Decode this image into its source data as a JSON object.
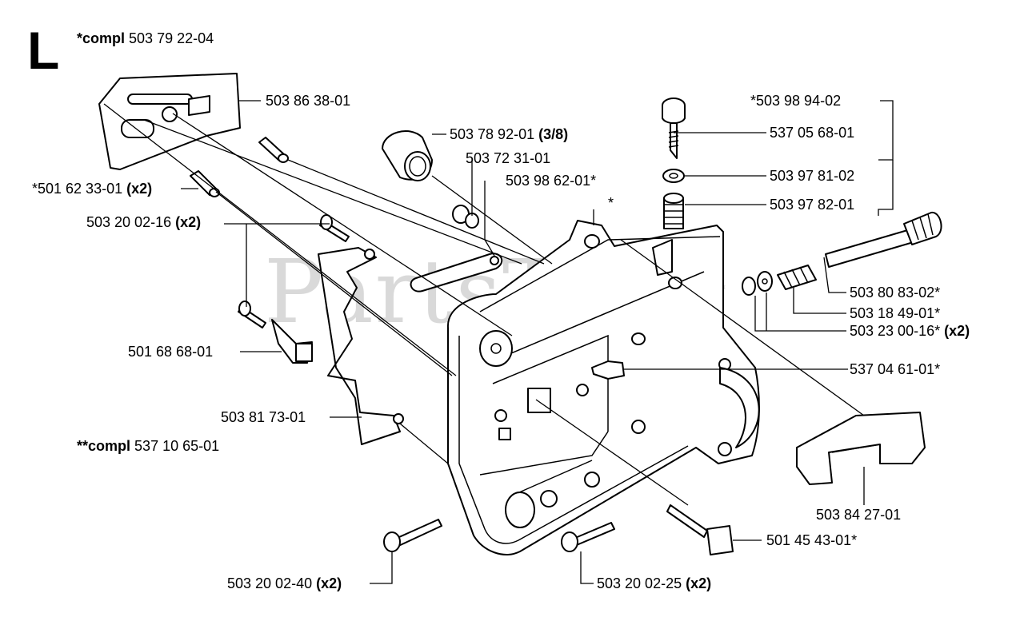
{
  "section": {
    "letter": "L"
  },
  "watermark": {
    "text": "PartsTree",
    "tm": "™"
  },
  "assemblies": [
    {
      "prefix": "*compl",
      "number": "503 79 22-04"
    },
    {
      "prefix": "**compl",
      "number": "537 10 65-01"
    }
  ],
  "callouts": {
    "c1": {
      "number": "503 86 38-01",
      "suffix": ""
    },
    "c2": {
      "number": "503 78 92-01",
      "suffix": "(3/8)"
    },
    "c3": {
      "number": "503 72 31-01",
      "suffix": ""
    },
    "c4": {
      "number": "503 98 62-01*",
      "suffix": ""
    },
    "c5": {
      "number": "*",
      "suffix": ""
    },
    "c6": {
      "number": "*501 62 33-01",
      "suffix": "(x2)"
    },
    "c7": {
      "number": "503 20 02-16",
      "suffix": "(x2)"
    },
    "c8": {
      "number": "*503 98 94-02",
      "suffix": ""
    },
    "c9": {
      "number": "537 05 68-01",
      "suffix": ""
    },
    "c10": {
      "number": "503 97 81-02",
      "suffix": ""
    },
    "c11": {
      "number": "503 97 82-01",
      "suffix": ""
    },
    "c12": {
      "number": "503 80 83-02*",
      "suffix": ""
    },
    "c13": {
      "number": "503 18 49-01*",
      "suffix": ""
    },
    "c14": {
      "number": "503 23 00-16*",
      "suffix": "(x2)"
    },
    "c15": {
      "number": "537 04 61-01*",
      "suffix": ""
    },
    "c16": {
      "number": "501 68 68-01",
      "suffix": ""
    },
    "c17": {
      "number": "503 81 73-01",
      "suffix": ""
    },
    "c18": {
      "number": "503 84 27-01",
      "suffix": ""
    },
    "c19": {
      "number": "501 45 43-01*",
      "suffix": ""
    },
    "c20": {
      "number": "503 20 02-40",
      "suffix": "(x2)"
    },
    "c21": {
      "number": "503 20 02-25",
      "suffix": "(x2)"
    }
  }
}
